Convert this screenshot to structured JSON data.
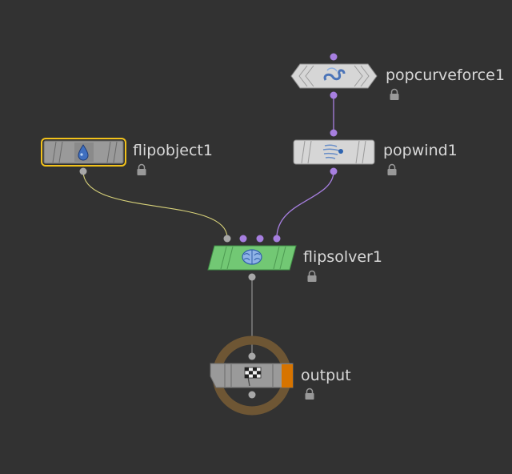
{
  "network": {
    "nodes": [
      {
        "id": "popcurveforce1",
        "label": "popcurveforce1",
        "icon": "curve-force-icon",
        "locked": true
      },
      {
        "id": "popwind1",
        "label": "popwind1",
        "icon": "wind-icon",
        "locked": true
      },
      {
        "id": "flipobject1",
        "label": "flipobject1",
        "icon": "water-drop-icon",
        "locked": true,
        "selected": true
      },
      {
        "id": "flipsolver1",
        "label": "flipsolver1",
        "icon": "brain-icon",
        "locked": true
      },
      {
        "id": "output",
        "label": "output",
        "icon": "checkered-flag-icon",
        "locked": true,
        "is_output": true
      }
    ],
    "connections": [
      {
        "from": "popcurveforce1",
        "to": "popwind1"
      },
      {
        "from": "popwind1",
        "to": "flipsolver1"
      },
      {
        "from": "flipobject1",
        "to": "flipsolver1"
      },
      {
        "from": "flipsolver1",
        "to": "output"
      }
    ]
  },
  "colors": {
    "background": "#323232",
    "pop_port": "#a77fe0",
    "object_wire": "#d8d27a",
    "selected_outline": "#f2c21b",
    "solver_fill": "#72c874",
    "output_ring": "#6e5634",
    "output_flag": "#d77400"
  }
}
